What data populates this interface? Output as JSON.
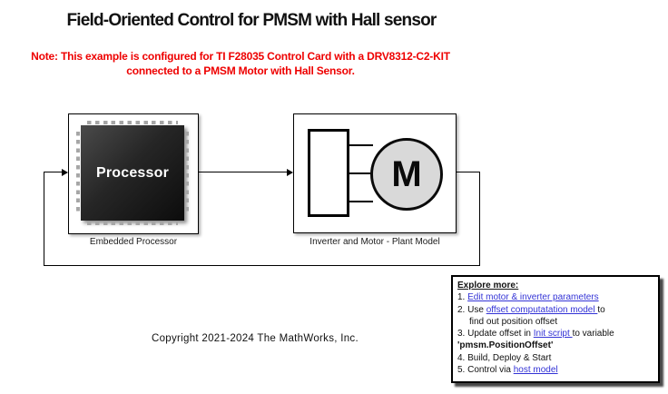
{
  "title": "Field-Oriented Control for PMSM with Hall sensor",
  "note": {
    "line1": "Note: This example is configured for TI F28035 Control Card with a DRV8312-C2-KIT",
    "line2": "connected to a PMSM Motor with Hall Sensor."
  },
  "blocks": {
    "processor": {
      "chip_label": "Processor",
      "caption": "Embedded Processor"
    },
    "plant": {
      "motor_letter": "M",
      "caption": "Inverter and Motor - Plant Model"
    }
  },
  "explore": {
    "title": "Explore more:",
    "items": [
      {
        "pre": "1. ",
        "link": "Edit motor & inverter parameters",
        "post": ""
      },
      {
        "pre": "2. Use ",
        "link": "offset computatation model ",
        "post": "to"
      },
      {
        "text": "find out position offset"
      },
      {
        "pre": "3. Update offset in ",
        "link": "Init script ",
        "post": "to variable"
      },
      {
        "text": "'pmsm.PositionOffset'"
      },
      {
        "text": "4. Build, Deploy & Start"
      },
      {
        "pre": "5. Control via ",
        "link": "host model",
        "post": ""
      }
    ]
  },
  "copyright": "Copyright 2021-2024 The MathWorks, Inc.",
  "colors": {
    "note_red": "#ee0000",
    "link_blue": "#3333d6",
    "motor_fill": "#d9d9d9",
    "chip_dark": "#262626",
    "pin_gray": "#a6a6a6"
  }
}
